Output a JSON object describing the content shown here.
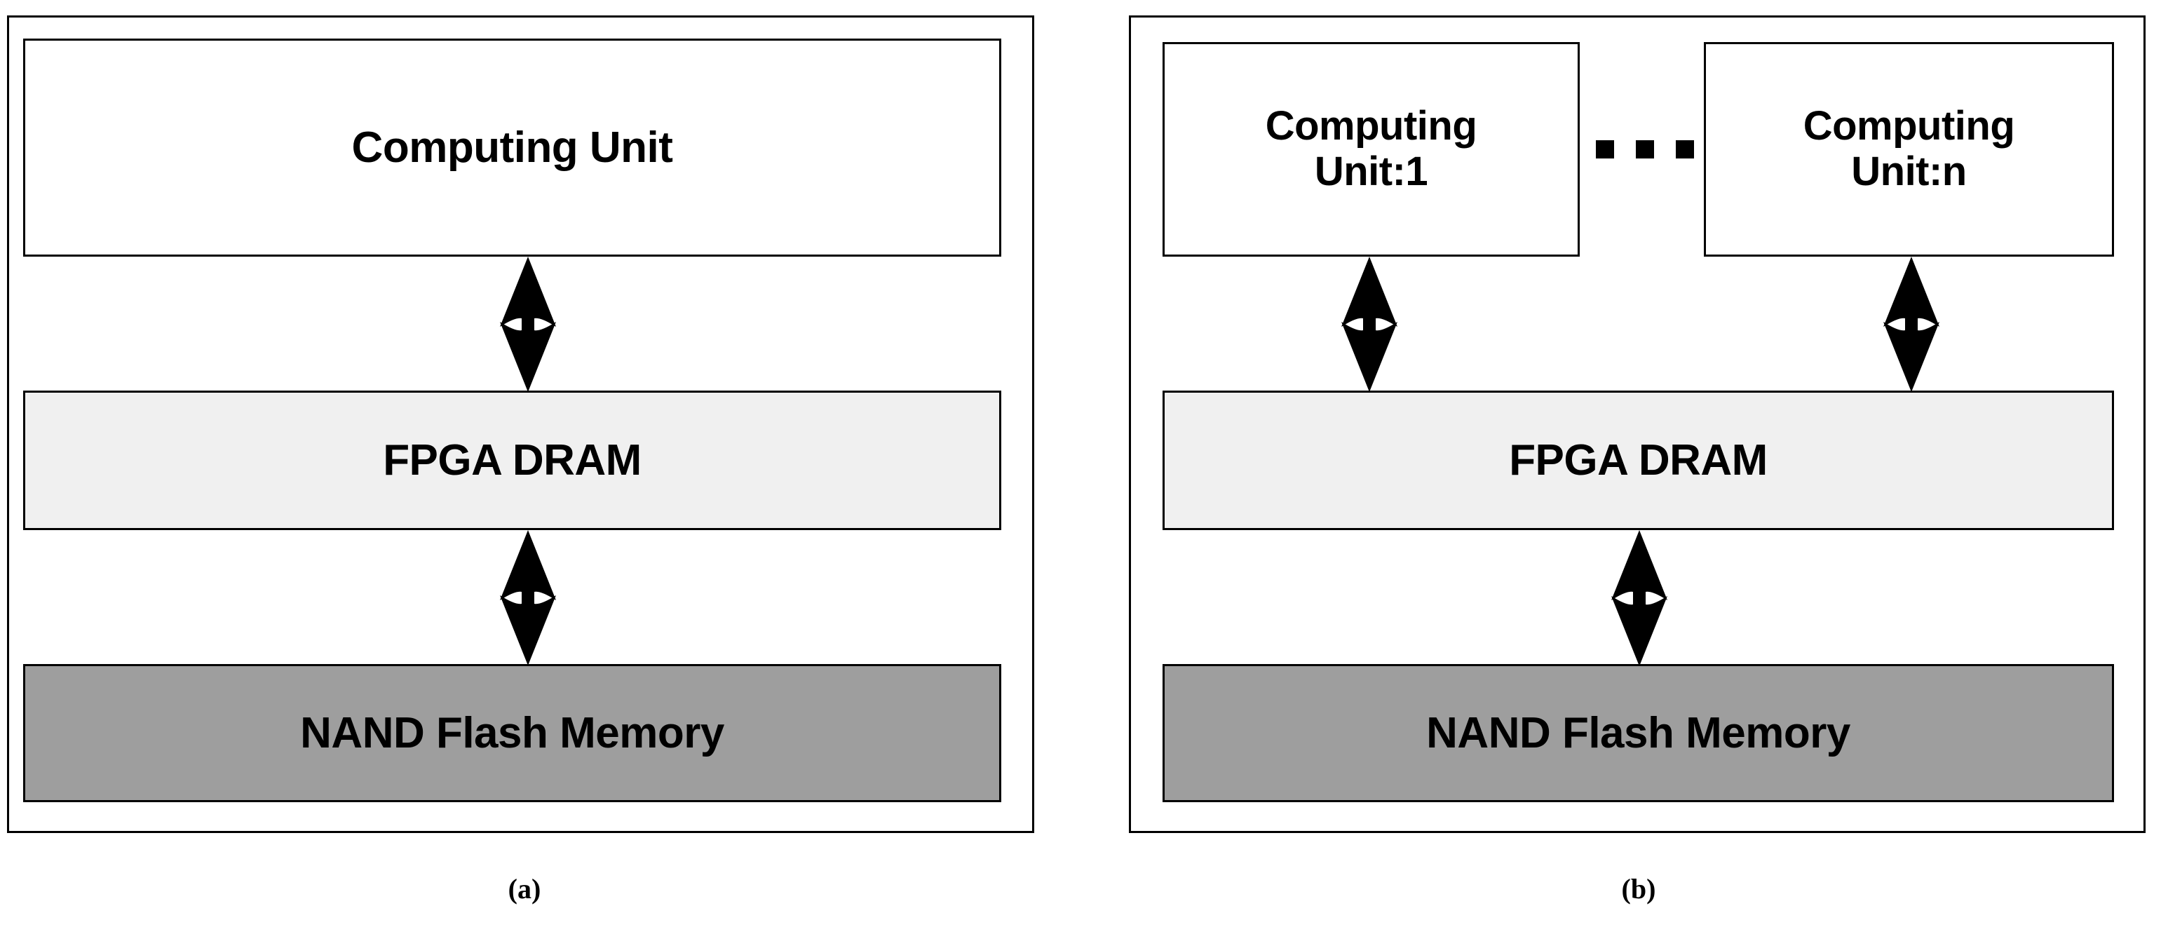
{
  "figure": {
    "panels": [
      {
        "id": "a",
        "caption": "(a)",
        "blocks": [
          {
            "name": "computing-unit",
            "label": "Computing Unit",
            "fill": "#ffffff"
          },
          {
            "name": "fpga-dram",
            "label": "FPGA DRAM",
            "fill": "#f0f0f0"
          },
          {
            "name": "nand-flash-memory",
            "label": "NAND Flash Memory",
            "fill": "#9e9e9e"
          }
        ],
        "connectors": [
          {
            "name": "computing-unit-to-fpga-dram",
            "type": "double-arrow"
          },
          {
            "name": "fpga-dram-to-nand-flash",
            "type": "double-arrow"
          }
        ]
      },
      {
        "id": "b",
        "caption": "(b)",
        "blocks": [
          {
            "name": "computing-unit-1",
            "label_line1": "Computing",
            "label_line2": "Unit:1",
            "fill": "#ffffff"
          },
          {
            "name": "computing-unit-n",
            "label_line1": "Computing",
            "label_line2": "Unit:n",
            "fill": "#ffffff"
          },
          {
            "name": "fpga-dram",
            "label": "FPGA DRAM",
            "fill": "#f0f0f0"
          },
          {
            "name": "nand-flash-memory",
            "label": "NAND Flash Memory",
            "fill": "#9e9e9e"
          }
        ],
        "ellipsis": "···",
        "connectors": [
          {
            "name": "computing-unit-1-to-fpga-dram",
            "type": "double-arrow"
          },
          {
            "name": "computing-unit-n-to-fpga-dram",
            "type": "double-arrow"
          },
          {
            "name": "fpga-dram-to-nand-flash",
            "type": "double-arrow"
          }
        ]
      }
    ],
    "colors": {
      "stroke": "#000000",
      "block_white": "#ffffff",
      "block_light_gray": "#f0f0f0",
      "block_mid_gray": "#9e9e9e",
      "background": "#ffffff"
    }
  }
}
